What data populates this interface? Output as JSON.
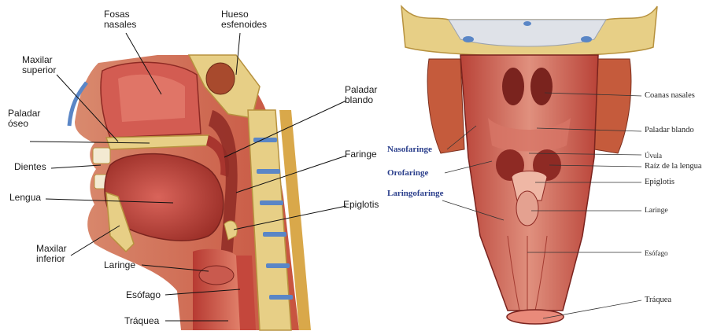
{
  "left_diagram": {
    "labels": {
      "fosas_nasales": "Fosas\nnasales",
      "hueso_esfenoides": "Hueso\nesfenoides",
      "maxilar_superior": "Maxilar\nsuperior",
      "paladar_blando": "Paladar\nblando",
      "paladar_oseo": "Paladar\nóseo",
      "dientes": "Dientes",
      "faringe": "Faringe",
      "lengua": "Lengua",
      "epiglotis": "Epiglotis",
      "maxilar_inferior": "Maxilar\ninferior",
      "laringe": "Laringe",
      "esofago": "Esófago",
      "traquea": "Tráquea"
    }
  },
  "right_diagram": {
    "labels": {
      "coanas_nasales": "Coanas nasales",
      "paladar_blando": "Paladar blando",
      "uvula": "Úvula",
      "raiz_lengua": "Raíz de la lengua",
      "epiglotis": "Epiglotis",
      "laringe": "Laringe",
      "esofago": "Esófago",
      "traquea": "Tráquea",
      "nasofaringe": "Nasofaringe",
      "orofaringe": "Orofaringe",
      "laringofaringe": "Laringofaringe"
    }
  },
  "colors": {
    "tissue": "#c8463e",
    "tissue_dark": "#8e2a24",
    "tissue_light": "#e27d6c",
    "bone": "#e7cf86",
    "bone_dark": "#b7923f",
    "cartilage_blue": "#5a86c6",
    "skin": "#e8a88b"
  }
}
